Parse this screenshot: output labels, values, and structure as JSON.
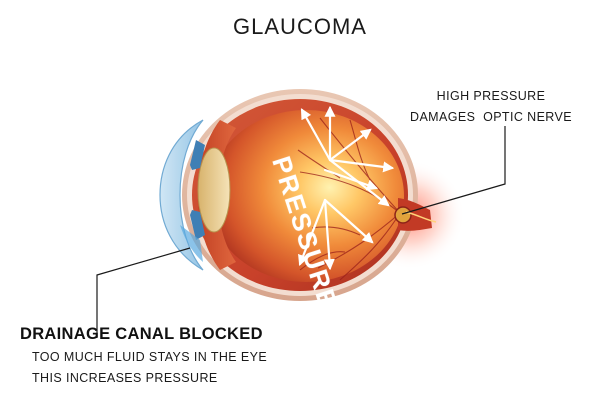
{
  "title": "GLAUCOMA",
  "eye_label": "PRESSURE",
  "callout_right": {
    "line1": "HIGH PRESSURE",
    "line2": "DAMAGES  OPTIC NERVE"
  },
  "callout_left": {
    "heading": "DRAINAGE CANAL BLOCKED",
    "line1": "TOO MUCH FLUID STAYS IN THE EYE",
    "line2": "THIS INCREASES PRESSURE"
  },
  "colors": {
    "sclera": "#c9472a",
    "retina_glow": "#ffd36b",
    "pressure_text": "#ffffff",
    "iris": "#3f7fb5",
    "nerve_glow": "#ff6a55"
  }
}
